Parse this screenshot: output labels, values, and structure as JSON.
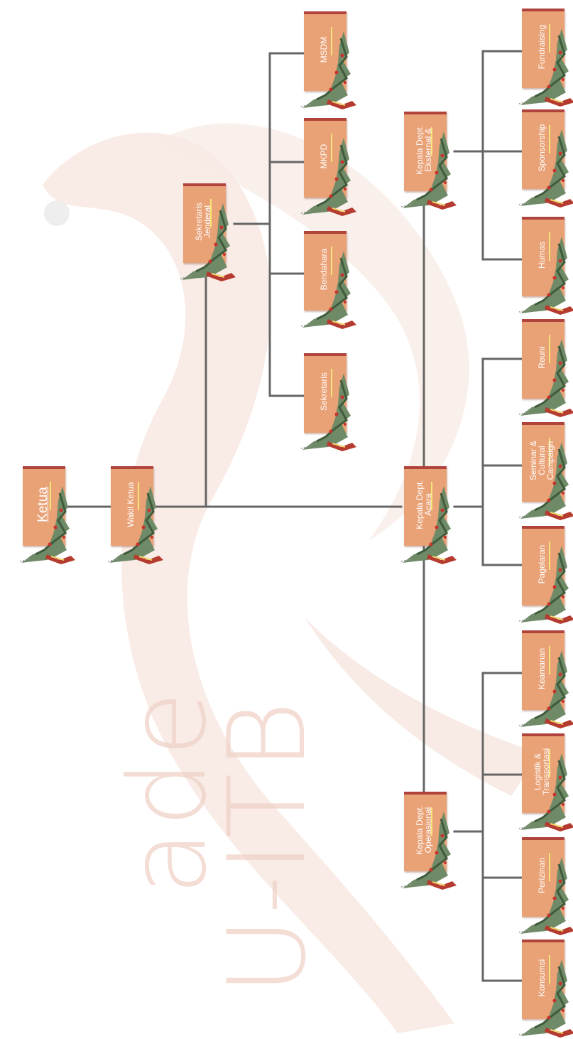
{
  "watermark": {
    "line1": "ade",
    "line2": "U-ITB"
  },
  "colors": {
    "card": "#e9a176",
    "cardTop": "#b0433b",
    "accent": "#f5e67a",
    "line": "#666666"
  },
  "nodes": {
    "ketua": "Ketua",
    "wakil": "Wakil Ketua",
    "sekjen": "Sekretaris\nJenderal",
    "msdm": "MSDM",
    "mkpd": "MKPD",
    "bendahara": "Bendahara",
    "sekretaris": "Sekretaris",
    "eksternal": "Kepala Dept.\nEksternal &",
    "fundraising": "Fundraising",
    "sponsorship": "Sponsorship",
    "humas": "Humas",
    "acara": "Kepala Dept.\nAcara",
    "reuni": "Reuni",
    "seminar": "Seminar &\nCultural\nCampaign",
    "pagelaran": "Pagelaran",
    "operasional": "Kepala Dept.\nOperasional",
    "keamanan": "Keamanan",
    "logistik": "Logistik &\nTransportasi",
    "perizinan": "Perizinan",
    "konsumsi": "Konsumsi"
  }
}
